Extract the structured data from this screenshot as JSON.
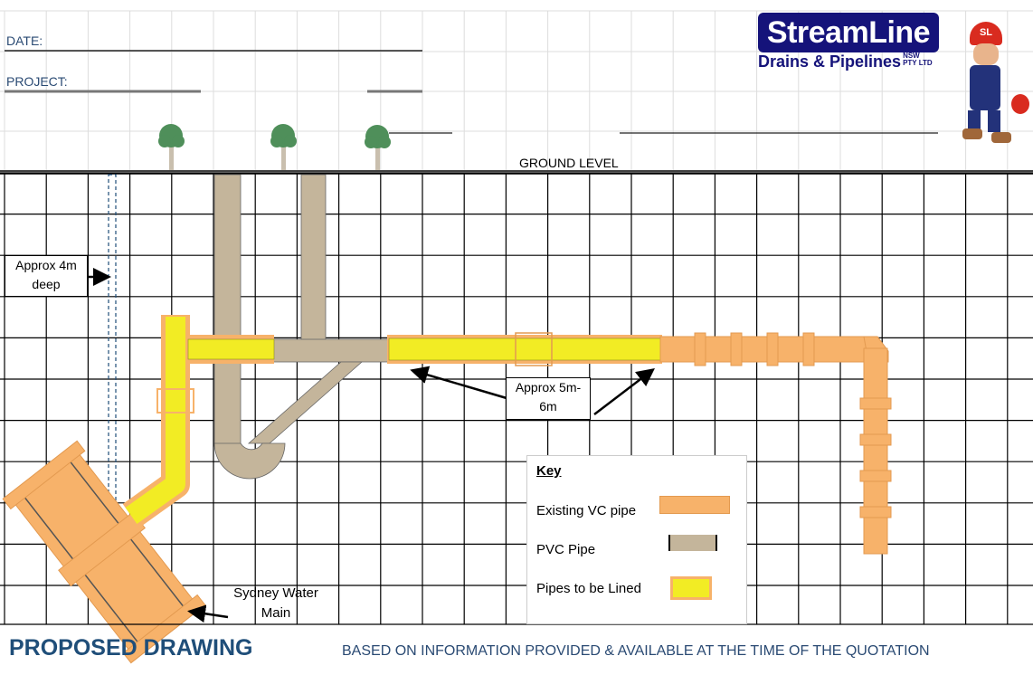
{
  "header": {
    "date_label": "DATE:",
    "project_label": "PROJECT:",
    "ground_level": "GROUND LEVEL"
  },
  "logo": {
    "name": "StreamLine",
    "tagline": "Drains & Pipelines",
    "suffix": "NSW",
    "suffix2": "PTY LTD",
    "mascot_badge": "SL"
  },
  "annotations": {
    "depth_note": "Approx 4m deep",
    "length_note": "Approx 5m- 6m",
    "main_note": "Sydney Water Main"
  },
  "key": {
    "title": "Key",
    "items": [
      {
        "label": "Existing VC pipe",
        "color": "#f7b26a"
      },
      {
        "label": "PVC Pipe",
        "color": "#c4b59b"
      },
      {
        "label": "Pipes to be Lined",
        "color": "#f2ec24"
      }
    ]
  },
  "footer": {
    "title": "PROPOSED DRAWING",
    "disclaimer": "BASED ON INFORMATION PROVIDED & AVAILABLE AT THE TIME OF THE QUOTATION"
  }
}
